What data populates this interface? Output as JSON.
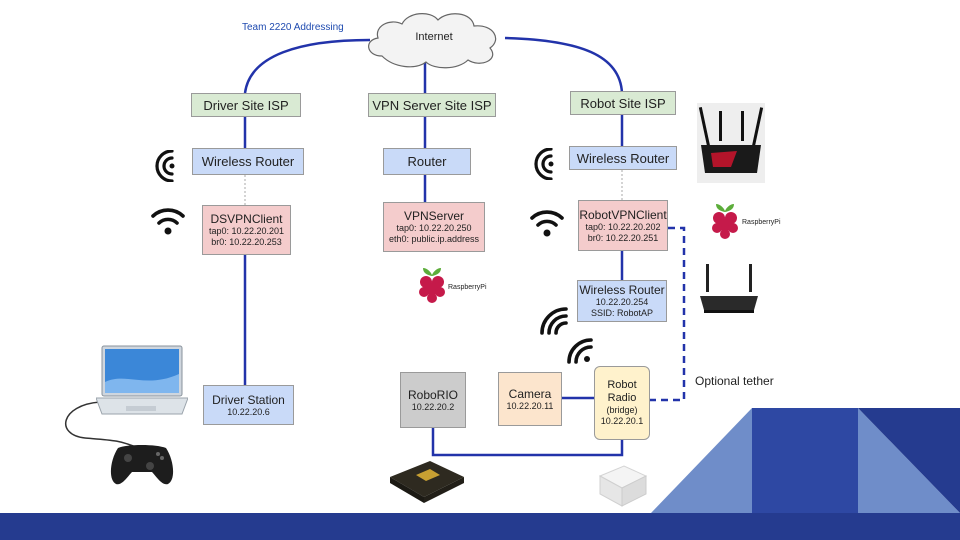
{
  "title": "Team 2220 Addressing",
  "cloud": {
    "label": "Internet"
  },
  "driver_site": {
    "isp": "Driver Site ISP",
    "router": "Wireless Router",
    "client": {
      "name": "DSVPNClient",
      "line1": "tap0: 10.22.20.201",
      "line2": "br0: 10.22.20.253"
    },
    "station": {
      "name": "Driver Station",
      "ip": "10.22.20.6"
    }
  },
  "vpn_site": {
    "isp": "VPN Server Site ISP",
    "router": "Router",
    "server": {
      "name": "VPNServer",
      "line1": "tap0: 10.22.20.250",
      "line2": "eth0: public.ip.address"
    },
    "rpi_label": "RaspberryPi"
  },
  "robot_site": {
    "isp": "Robot Site ISP",
    "router": "Wireless Router",
    "client": {
      "name": "RobotVPNClient",
      "line1": "tap0: 10.22.20.202",
      "line2": "br0: 10.22.20.251"
    },
    "rpi_label": "RaspberryPi",
    "ap_router": {
      "name": "Wireless Router",
      "line1": "10.22.20.254",
      "line2": "SSID: RobotAP"
    },
    "roborio": {
      "name": "RoboRIO",
      "ip": "10.22.20.2"
    },
    "camera": {
      "name": "Camera",
      "ip": "10.22.20.11"
    },
    "radio": {
      "line1": "Robot",
      "line2": "Radio",
      "line3": "(bridge)",
      "ip": "10.22.20.1"
    }
  },
  "tether_label": "Optional tether",
  "colors": {
    "link": "#2233aa",
    "footer": "#253b8f",
    "triangle_light": "#6f8dc9",
    "triangle_dark": "#2e48a3"
  }
}
